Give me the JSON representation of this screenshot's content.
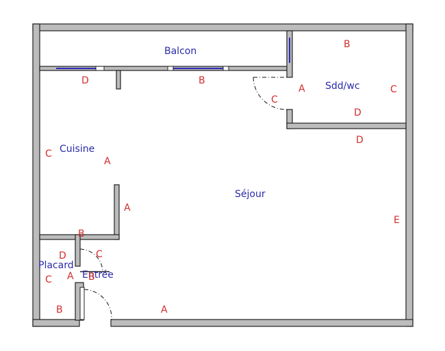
{
  "plan": {
    "rooms": [
      {
        "id": "balcon",
        "label": "Balcon"
      },
      {
        "id": "sdd",
        "label": "Sdd/wc"
      },
      {
        "id": "cuisine",
        "label": "Cuisine"
      },
      {
        "id": "sejour",
        "label": "Séjour"
      },
      {
        "id": "placard",
        "label": "Placard"
      },
      {
        "id": "entree",
        "label": "Entrée"
      }
    ],
    "markers": [
      "B",
      "A",
      "C",
      "C",
      "D",
      "D",
      "B",
      "D",
      "C",
      "A",
      "A",
      "E",
      "B",
      "D",
      "C",
      "C",
      "A",
      "B",
      "B",
      "A"
    ]
  }
}
